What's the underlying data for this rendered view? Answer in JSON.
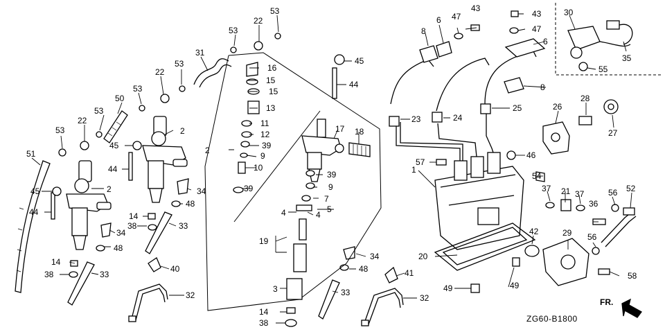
{
  "diagram": {
    "code": "ZG60-B1800",
    "direction_label": "FR.",
    "callouts": [
      "1",
      "2",
      "2",
      "2",
      "3",
      "4",
      "4",
      "5",
      "6",
      "6",
      "7",
      "8",
      "8",
      "9",
      "9",
      "10",
      "11",
      "12",
      "13",
      "14",
      "14",
      "14",
      "15",
      "15",
      "16",
      "17",
      "18",
      "19",
      "20",
      "21",
      "22",
      "22",
      "22",
      "23",
      "24",
      "25",
      "26",
      "27",
      "28",
      "29",
      "30",
      "31",
      "32",
      "32",
      "33",
      "33",
      "33",
      "33",
      "34",
      "34",
      "34",
      "34",
      "35",
      "36",
      "37",
      "37",
      "38",
      "38",
      "38",
      "39",
      "39",
      "39",
      "40",
      "41",
      "42",
      "43",
      "43",
      "44",
      "44",
      "44",
      "45",
      "45",
      "45",
      "46",
      "47",
      "47",
      "48",
      "48",
      "48",
      "49",
      "49",
      "50",
      "51",
      "52",
      "53",
      "53",
      "53",
      "53",
      "53",
      "53",
      "53",
      "54",
      "55",
      "56",
      "56",
      "57",
      "58"
    ]
  }
}
